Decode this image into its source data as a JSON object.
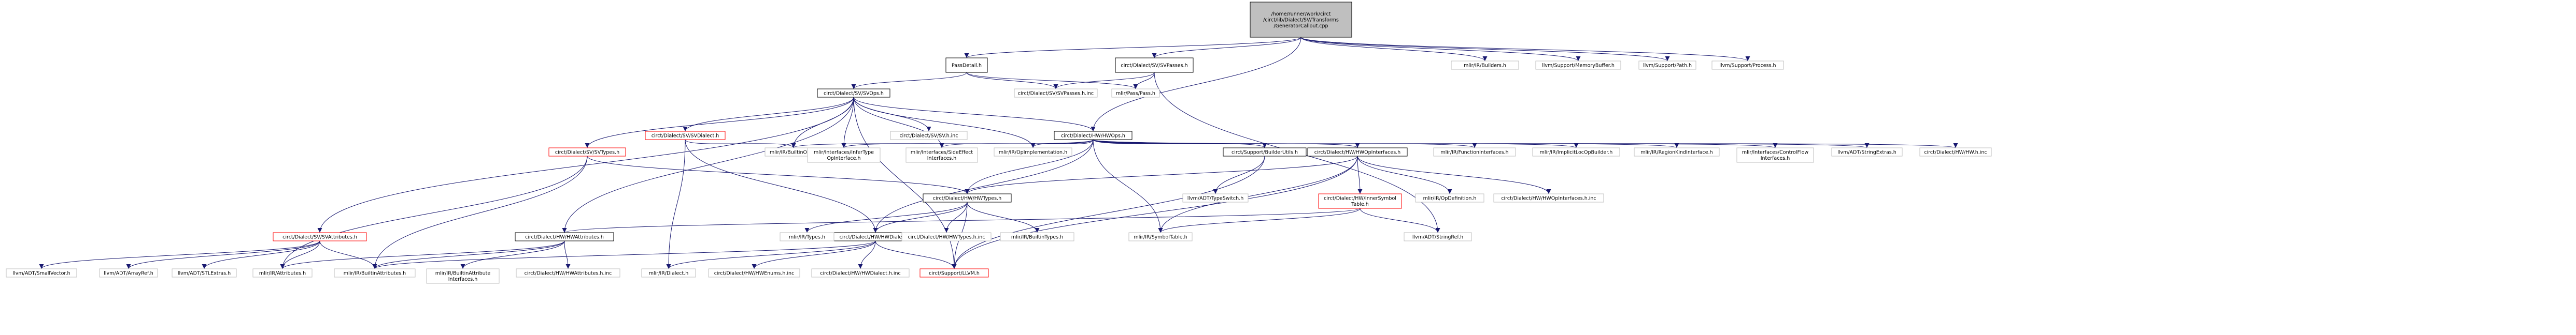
{
  "colors": {
    "node_border": "#bfbfbf",
    "root_fill": "#bfbfbf",
    "root_border": "#000000",
    "focus_border": "#000000",
    "cycle_border": "#ff0000",
    "text": "#000000",
    "edge": "#191970",
    "background": "#ffffff"
  },
  "nodes": [
    {
      "id": "root",
      "lines": [
        "/home/runner/work/circt",
        "/circt/lib/Dialect/SV/Transforms",
        "/GeneratorCallout.cpp"
      ],
      "kind": "root"
    },
    {
      "id": "passdetail",
      "lines": [
        "PassDetail.h"
      ],
      "kind": "focus"
    },
    {
      "id": "svpasses",
      "lines": [
        "circt/Dialect/SV/SVPasses.h"
      ],
      "kind": "focus"
    },
    {
      "id": "builders",
      "lines": [
        "mlir/IR/Builders.h"
      ],
      "kind": "plain"
    },
    {
      "id": "memorybuffer",
      "lines": [
        "llvm/Support/MemoryBuffer.h"
      ],
      "kind": "plain"
    },
    {
      "id": "path",
      "lines": [
        "llvm/Support/Path.h"
      ],
      "kind": "plain"
    },
    {
      "id": "process",
      "lines": [
        "llvm/Support/Process.h"
      ],
      "kind": "plain"
    },
    {
      "id": "svops",
      "lines": [
        "circt/Dialect/SV/SVOps.h"
      ],
      "kind": "focus"
    },
    {
      "id": "svpassesinc",
      "lines": [
        "circt/Dialect/SV/SVPasses.h.inc"
      ],
      "kind": "plain"
    },
    {
      "id": "mlirpass",
      "lines": [
        "mlir/Pass/Pass.h"
      ],
      "kind": "plain"
    },
    {
      "id": "hwops",
      "lines": [
        "circt/Dialect/HW/HWOps.h"
      ],
      "kind": "focus"
    },
    {
      "id": "svdialect",
      "lines": [
        "circt/Dialect/SV/SVDialect.h"
      ],
      "kind": "cycle"
    },
    {
      "id": "svhinc",
      "lines": [
        "circt/Dialect/SV/SV.h.inc"
      ],
      "kind": "plain"
    },
    {
      "id": "svtypes",
      "lines": [
        "circt/Dialect/SV/SVTypes.h"
      ],
      "kind": "cycle"
    },
    {
      "id": "builtinops",
      "lines": [
        "mlir/IR/BuiltinOps.h"
      ],
      "kind": "plain"
    },
    {
      "id": "infertype",
      "lines": [
        "mlir/Interfaces/InferType",
        "OpInterface.h"
      ],
      "kind": "plain"
    },
    {
      "id": "sideeffect",
      "lines": [
        "mlir/Interfaces/SideEffect",
        "Interfaces.h"
      ],
      "kind": "plain"
    },
    {
      "id": "opimpl",
      "lines": [
        "mlir/IR/OpImplementation.h"
      ],
      "kind": "plain"
    },
    {
      "id": "builderutils",
      "lines": [
        "circt/Support/BuilderUtils.h"
      ],
      "kind": "focus"
    },
    {
      "id": "hwopinterfaces",
      "lines": [
        "circt/Dialect/HW/HWOpInterfaces.h"
      ],
      "kind": "focus"
    },
    {
      "id": "functioninterfaces",
      "lines": [
        "mlir/IR/FunctionInterfaces.h"
      ],
      "kind": "plain"
    },
    {
      "id": "implicitloc",
      "lines": [
        "mlir/IR/ImplicitLocOpBuilder.h"
      ],
      "kind": "plain"
    },
    {
      "id": "regionkind",
      "lines": [
        "mlir/IR/RegionKindInterface.h"
      ],
      "kind": "plain"
    },
    {
      "id": "controlflow",
      "lines": [
        "mlir/Interfaces/ControlFlow",
        "Interfaces.h"
      ],
      "kind": "plain"
    },
    {
      "id": "stringextras",
      "lines": [
        "llvm/ADT/StringExtras.h"
      ],
      "kind": "plain"
    },
    {
      "id": "hwhinc",
      "lines": [
        "circt/Dialect/HW/HW.h.inc"
      ],
      "kind": "plain"
    },
    {
      "id": "svattributes",
      "lines": [
        "circt/Dialect/SV/SVAttributes.h"
      ],
      "kind": "cycle"
    },
    {
      "id": "hwattributes",
      "lines": [
        "circt/Dialect/HW/HWAttributes.h"
      ],
      "kind": "focus"
    },
    {
      "id": "hwtypes",
      "lines": [
        "circt/Dialect/HW/HWTypes.h"
      ],
      "kind": "focus"
    },
    {
      "id": "typeswitch",
      "lines": [
        "llvm/ADT/TypeSwitch.h"
      ],
      "kind": "plain"
    },
    {
      "id": "innersymbol",
      "lines": [
        "circt/Dialect/HW/InnerSymbol",
        "Table.h"
      ],
      "kind": "cycle"
    },
    {
      "id": "opdefinition",
      "lines": [
        "mlir/IR/OpDefinition.h"
      ],
      "kind": "plain"
    },
    {
      "id": "hwopinterfacesinc",
      "lines": [
        "circt/Dialect/HW/HWOpInterfaces.h.inc"
      ],
      "kind": "plain"
    },
    {
      "id": "hwdialect",
      "lines": [
        "circt/Dialect/HW/HWDialect.h"
      ],
      "kind": "focus"
    },
    {
      "id": "irtypes",
      "lines": [
        "mlir/IR/Types.h"
      ],
      "kind": "plain"
    },
    {
      "id": "hwtypesinc",
      "lines": [
        "circt/Dialect/HW/HWTypes.h.inc"
      ],
      "kind": "plain"
    },
    {
      "id": "builtintypes",
      "lines": [
        "mlir/IR/BuiltinTypes.h"
      ],
      "kind": "plain"
    },
    {
      "id": "symboltable",
      "lines": [
        "mlir/IR/SymbolTable.h"
      ],
      "kind": "plain"
    },
    {
      "id": "stringref",
      "lines": [
        "llvm/ADT/StringRef.h"
      ],
      "kind": "plain"
    },
    {
      "id": "smallvector",
      "lines": [
        "llvm/ADT/SmallVector.h"
      ],
      "kind": "plain"
    },
    {
      "id": "arrayref",
      "lines": [
        "llvm/ADT/ArrayRef.h"
      ],
      "kind": "plain"
    },
    {
      "id": "stlextras",
      "lines": [
        "llvm/ADT/STLExtras.h"
      ],
      "kind": "plain"
    },
    {
      "id": "attributes",
      "lines": [
        "mlir/IR/Attributes.h"
      ],
      "kind": "plain"
    },
    {
      "id": "builtinattrs",
      "lines": [
        "mlir/IR/BuiltinAttributes.h"
      ],
      "kind": "plain"
    },
    {
      "id": "builtinattrinterfaces",
      "lines": [
        "mlir/IR/BuiltinAttribute",
        "Interfaces.h"
      ],
      "kind": "plain"
    },
    {
      "id": "hwattributesinc",
      "lines": [
        "circt/Dialect/HW/HWAttributes.h.inc"
      ],
      "kind": "plain"
    },
    {
      "id": "irdialect",
      "lines": [
        "mlir/IR/Dialect.h"
      ],
      "kind": "plain"
    },
    {
      "id": "hwenumsinc",
      "lines": [
        "circt/Dialect/HW/HWEnums.h.inc"
      ],
      "kind": "plain"
    },
    {
      "id": "hwdialectinc",
      "lines": [
        "circt/Dialect/HW/HWDialect.h.inc"
      ],
      "kind": "plain"
    },
    {
      "id": "llvmh",
      "lines": [
        "circt/Support/LLVM.h"
      ],
      "kind": "cycle"
    }
  ],
  "edges": [
    [
      "root",
      "passdetail"
    ],
    [
      "root",
      "svpasses"
    ],
    [
      "root",
      "builders"
    ],
    [
      "root",
      "memorybuffer"
    ],
    [
      "root",
      "path"
    ],
    [
      "root",
      "process"
    ],
    [
      "root",
      "hwops"
    ],
    [
      "passdetail",
      "svops"
    ],
    [
      "passdetail",
      "svpassesinc"
    ],
    [
      "passdetail",
      "mlirpass"
    ],
    [
      "svpasses",
      "svpassesinc"
    ],
    [
      "svpasses",
      "mlirpass"
    ],
    [
      "svpasses",
      "stringref"
    ],
    [
      "svops",
      "hwops"
    ],
    [
      "svops",
      "svdialect"
    ],
    [
      "svops",
      "svhinc"
    ],
    [
      "svops",
      "svtypes"
    ],
    [
      "svops",
      "svattributes"
    ],
    [
      "svops",
      "hwattributes"
    ],
    [
      "svops",
      "builtinops"
    ],
    [
      "svops",
      "infertype"
    ],
    [
      "svops",
      "sideeffect"
    ],
    [
      "svops",
      "opimpl"
    ],
    [
      "svops",
      "llvmh"
    ],
    [
      "hwops",
      "builtinops"
    ],
    [
      "hwops",
      "infertype"
    ],
    [
      "hwops",
      "sideeffect"
    ],
    [
      "hwops",
      "opimpl"
    ],
    [
      "hwops",
      "builderutils"
    ],
    [
      "hwops",
      "hwopinterfaces"
    ],
    [
      "hwops",
      "functioninterfaces"
    ],
    [
      "hwops",
      "implicitloc"
    ],
    [
      "hwops",
      "regionkind"
    ],
    [
      "hwops",
      "controlflow"
    ],
    [
      "hwops",
      "stringextras"
    ],
    [
      "hwops",
      "hwhinc"
    ],
    [
      "hwops",
      "hwdialect"
    ],
    [
      "hwops",
      "hwtypes"
    ],
    [
      "hwops",
      "symboltable"
    ],
    [
      "svdialect",
      "builtinops"
    ],
    [
      "svdialect",
      "irdialect"
    ],
    [
      "svdialect",
      "hwdialect"
    ],
    [
      "svtypes",
      "hwtypes"
    ],
    [
      "svtypes",
      "attributes"
    ],
    [
      "svtypes",
      "builtinattrs"
    ],
    [
      "builderutils",
      "typeswitch"
    ],
    [
      "builderutils",
      "llvmh"
    ],
    [
      "hwopinterfaces",
      "hwtypes"
    ],
    [
      "hwopinterfaces",
      "innersymbol"
    ],
    [
      "hwopinterfaces",
      "opdefinition"
    ],
    [
      "hwopinterfaces",
      "hwopinterfacesinc"
    ],
    [
      "hwopinterfaces",
      "symboltable"
    ],
    [
      "hwopinterfaces",
      "llvmh"
    ],
    [
      "svattributes",
      "smallvector"
    ],
    [
      "svattributes",
      "arrayref"
    ],
    [
      "svattributes",
      "stlextras"
    ],
    [
      "svattributes",
      "attributes"
    ],
    [
      "svattributes",
      "builtinattrs"
    ],
    [
      "hwattributes",
      "attributes"
    ],
    [
      "hwattributes",
      "builtinattrs"
    ],
    [
      "hwattributes",
      "builtinattrinterfaces"
    ],
    [
      "hwattributes",
      "hwattributesinc"
    ],
    [
      "hwtypes",
      "hwdialect"
    ],
    [
      "hwtypes",
      "irtypes"
    ],
    [
      "hwtypes",
      "hwtypesinc"
    ],
    [
      "hwtypes",
      "builtintypes"
    ],
    [
      "hwtypes",
      "llvmh"
    ],
    [
      "innersymbol",
      "hwattributes"
    ],
    [
      "innersymbol",
      "symboltable"
    ],
    [
      "innersymbol",
      "stringref"
    ],
    [
      "hwdialect",
      "irdialect"
    ],
    [
      "hwdialect",
      "hwenumsinc"
    ],
    [
      "hwdialect",
      "hwdialectinc"
    ],
    [
      "hwdialect",
      "llvmh"
    ],
    [
      "hwdialect",
      "builtinattrs"
    ]
  ]
}
